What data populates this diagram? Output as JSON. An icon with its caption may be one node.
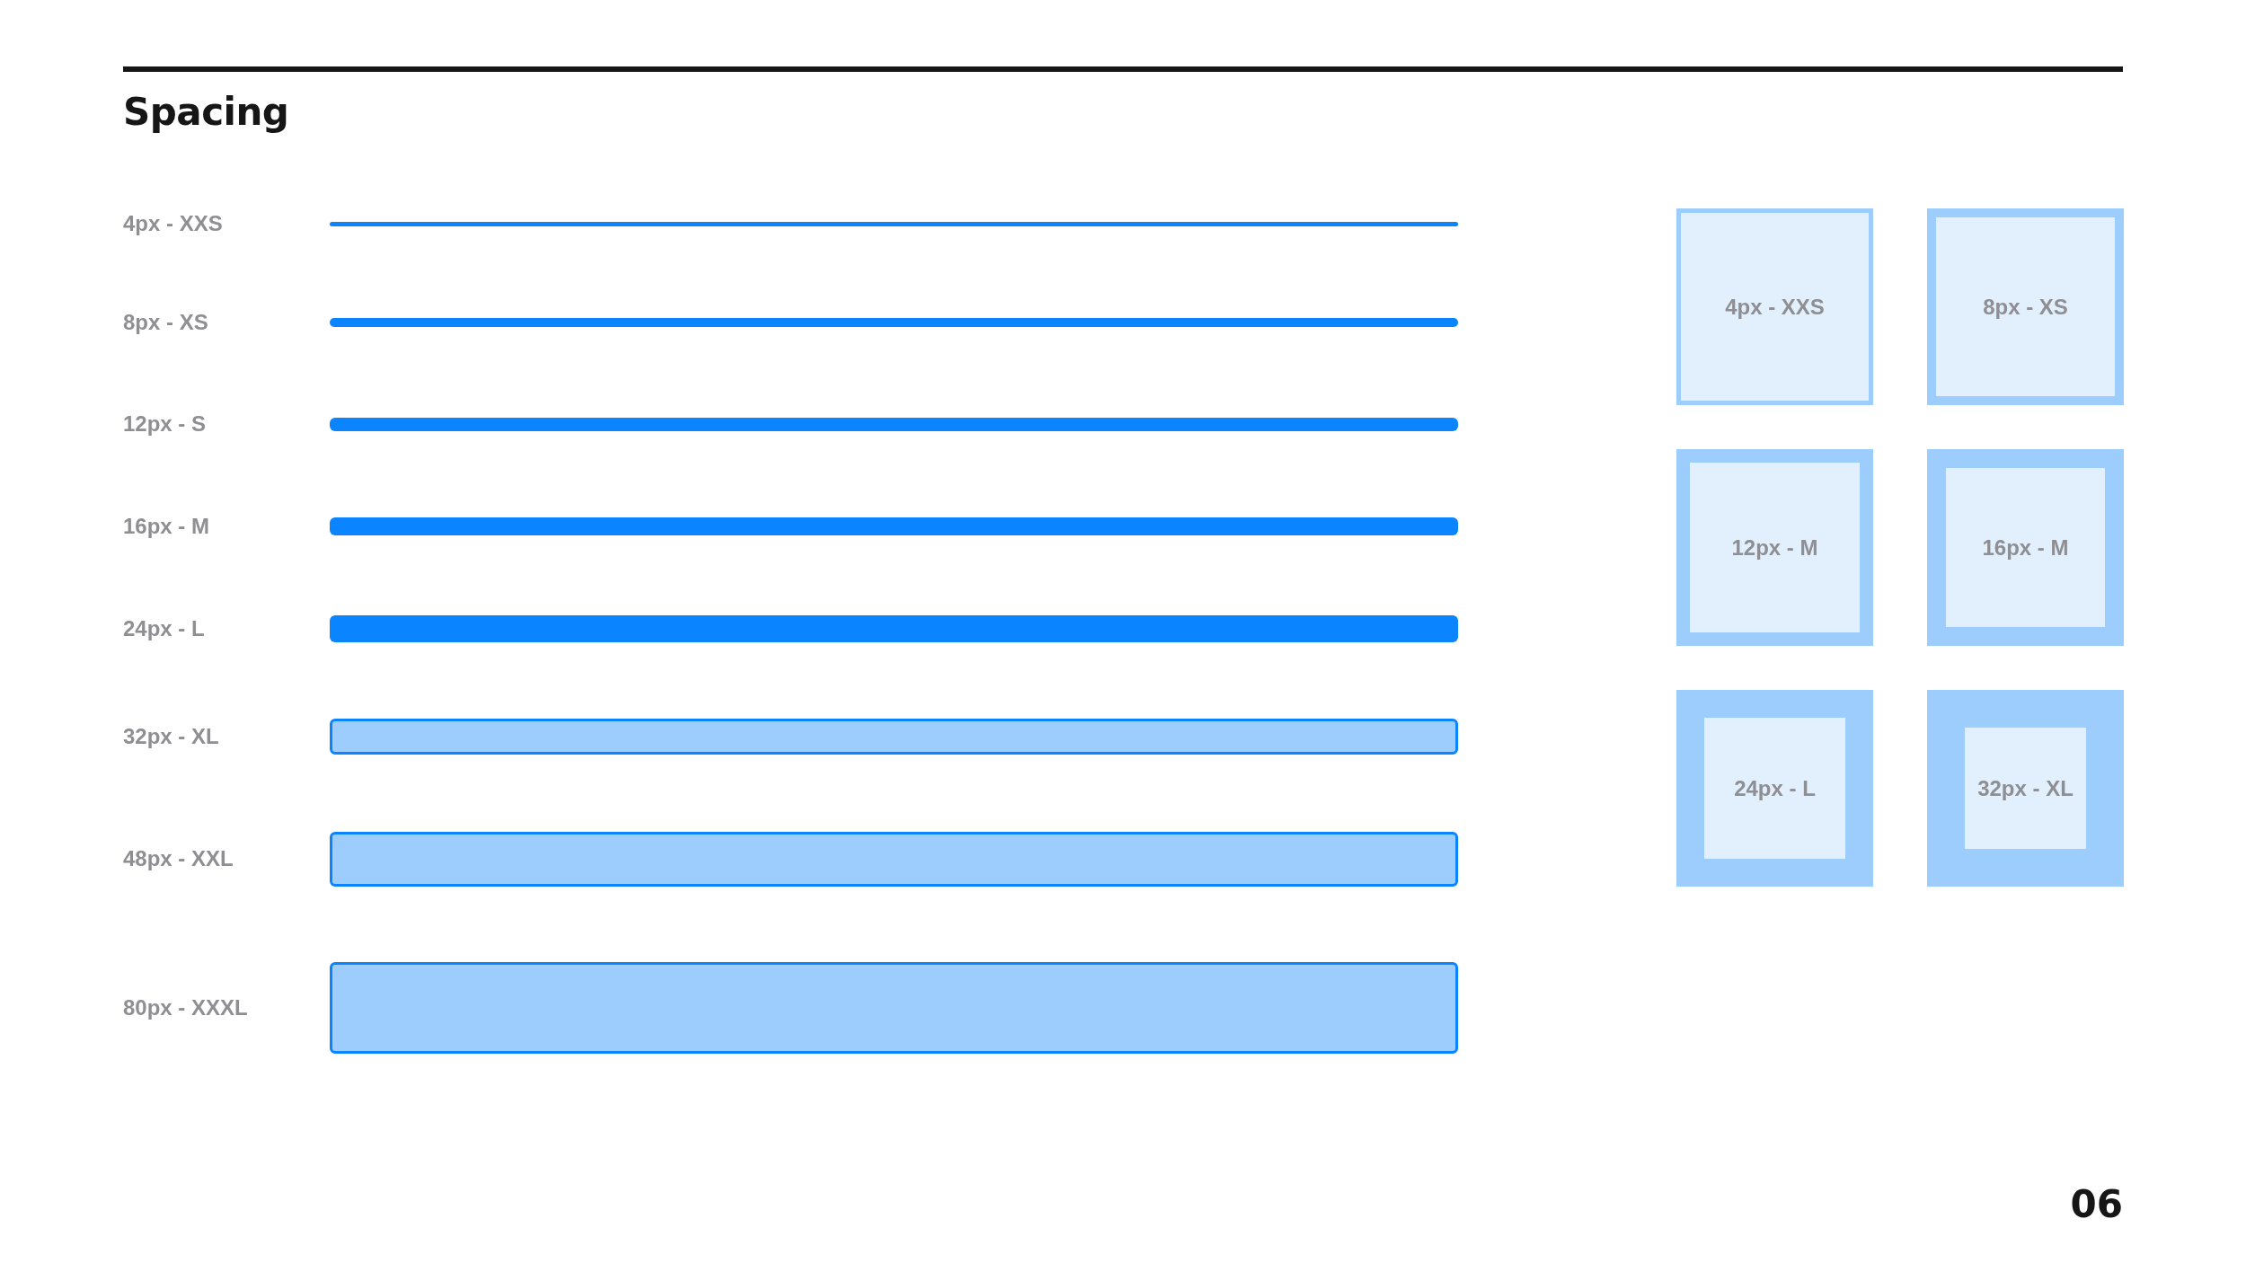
{
  "diagram": {
    "title": "Spacing",
    "nodes": [
      {
        "text": [],
        "shape": "bar"
      },
      {
        "text": [],
        "shape": "bar"
      },
      {
        "text": [],
        "shape": "bar"
      },
      {
        "text": [],
        "shape": "bar"
      },
      {
        "text": [],
        "shape": "bar"
      },
      {
        "text": [],
        "shape": "bar"
      },
      {
        "text": [],
        "shape": "bar"
      },
      {
        "text": [],
        "shape": "bar"
      },
      {
        "text": [
          "4px - XXS"
        ]
      },
      {
        "text": [
          "8px - XS"
        ]
      },
      {
        "text": [
          "12px - M"
        ]
      },
      {
        "text": [
          "16px - M"
        ]
      },
      {
        "text": [
          "24px - L"
        ]
      },
      {
        "text": [
          "32px - XL"
        ]
      }
    ],
    "labels": [
      "4px - XXS",
      "8px - XS",
      "12px - S",
      "16px - M",
      "24px - L",
      "32px - XL",
      "48px - XXL",
      "80px - XXXL",
      "06"
    ]
  }
}
